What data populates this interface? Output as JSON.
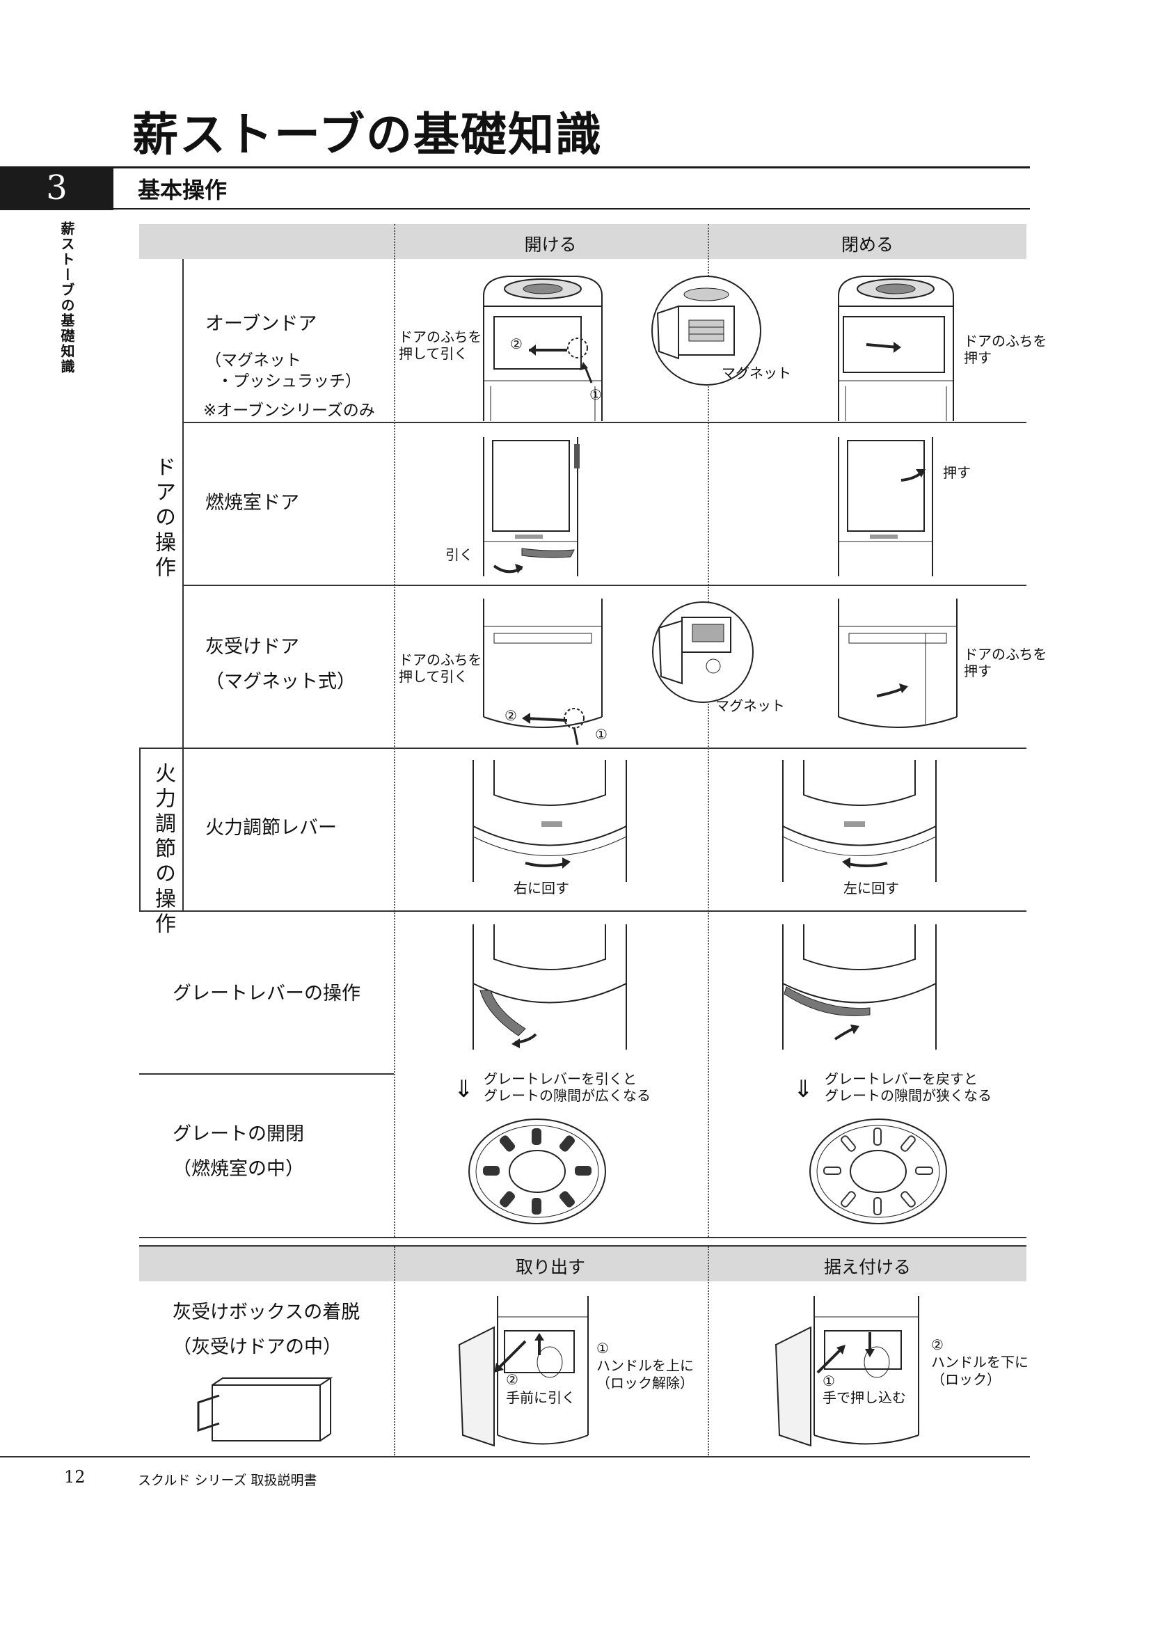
{
  "title": "薪ストーブの基礎知識",
  "section": {
    "number": "3",
    "title": "基本操作"
  },
  "side_label": "薪ストーブの基礎知識",
  "table1": {
    "headers": [
      "開ける",
      "閉める"
    ],
    "group_door": "ドアの操作",
    "group_fire": "火力調節の操作",
    "rows": {
      "oven": {
        "label": "オーブンドア",
        "sub1": "（マグネット",
        "sub2": "・プッシュラッチ）",
        "note": "※オーブンシリーズのみ",
        "open_text_1": "ドアのふちを",
        "open_text_2": "押して引く",
        "step1": "①",
        "step2": "②",
        "magnet": "マグネット",
        "close_text_1": "ドアのふちを",
        "close_text_2": "押す"
      },
      "firebox": {
        "label": "燃焼室ドア",
        "open_text": "引く",
        "close_text": "押す"
      },
      "ash": {
        "label": "灰受けドア",
        "sub": "（マグネット式）",
        "open_text_1": "ドアのふちを",
        "open_text_2": "押して引く",
        "step1": "①",
        "step2": "②",
        "magnet": "マグネット",
        "close_text_1": "ドアのふちを",
        "close_text_2": "押す"
      },
      "lever": {
        "label": "火力調節レバー",
        "open_text": "右に回す",
        "close_text": "左に回す"
      },
      "grate_lever": {
        "label": "グレートレバーの操作"
      },
      "grate": {
        "label": "グレートの開閉",
        "sub": "（燃焼室の中）",
        "open_text_1": "グレートレバーを引くと",
        "open_text_2": "グレートの隙間が広くなる",
        "close_text_1": "グレートレバーを戻すと",
        "close_text_2": "グレートの隙間が狭くなる"
      }
    }
  },
  "table2": {
    "headers": [
      "取り出す",
      "据え付ける"
    ],
    "label": "灰受けボックスの着脱",
    "sub": "（灰受けドアの中）",
    "remove": {
      "step1": "①",
      "text1a": "ハンドルを上に",
      "text1b": "（ロック解除）",
      "step2": "②",
      "text2": "手前に引く"
    },
    "install": {
      "step2": "②",
      "text2a": "ハンドルを下に",
      "text2b": "（ロック）",
      "step1": "①",
      "text1": "手で押し込む"
    }
  },
  "footer": {
    "page": "12",
    "text": "スクルド シリーズ  取扱説明書"
  }
}
